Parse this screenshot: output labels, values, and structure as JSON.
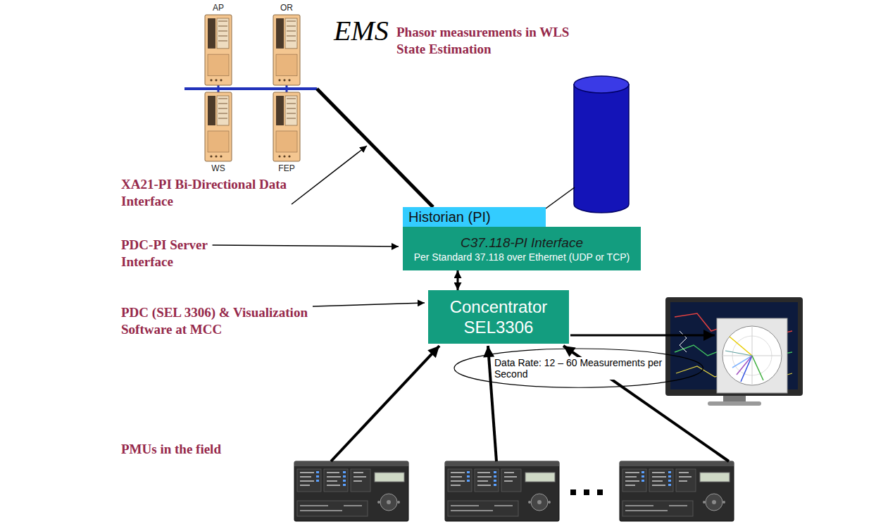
{
  "diagram": {
    "nodes": [
      {
        "text": [
          "EMS"
        ]
      },
      {
        "text": [
          "AP"
        ],
        "in": 0
      },
      {
        "text": [
          "OR"
        ],
        "in": 0
      },
      {
        "text": [
          "WS"
        ],
        "in": 0
      },
      {
        "text": [
          "FEP"
        ],
        "in": 0
      },
      {
        "text": [
          "Historian (PI)"
        ]
      },
      {
        "text": [
          "C37.118-PI Interface",
          "Per Standard 37.118 over Ethernet (UDP or TCP)"
        ]
      },
      {
        "text": [
          "Concentrator SEL3306"
        ]
      },
      {
        "text": [
          "Data Rate: 12 – 60 Measurements per Second"
        ]
      }
    ],
    "edges": [
      {
        "from": 5,
        "to": 0,
        "arrow": "none"
      },
      {
        "from": 6,
        "to": 7,
        "arrow": "both"
      }
    ],
    "labels": [
      "Phasor measurements in WLS State Estimation",
      "XA21-PI Bi-Directional Data Interface",
      "PDC-PI Server Interface",
      "PDC (SEL 3306) & Visualization Software at MCC",
      "PMUs in the field"
    ]
  }
}
